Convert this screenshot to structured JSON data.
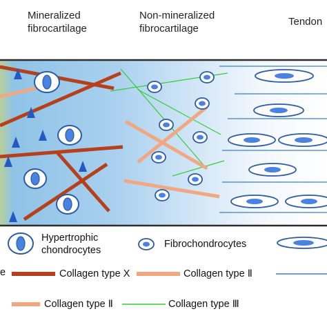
{
  "regions": {
    "mineralized": [
      "Mineralized",
      "fibrocartilage"
    ],
    "non_mineralized": [
      "Non-mineralized",
      "fibrocartilage"
    ],
    "tendon": "Tendon"
  },
  "legend": {
    "hypertrophic": [
      "Hypertrophic",
      "chondrocytes"
    ],
    "fibrochondrocytes": "Fibrochondrocytes",
    "collagen_x": "Collagen type X",
    "collagen_ii_row3": "Collagen type Ⅱ",
    "collagen_ii_row4": "Collagen type Ⅱ",
    "collagen_iii": "Collagen type Ⅲ",
    "row3_left_fragment": "e"
  },
  "colors": {
    "collagen_x": "#b5401c",
    "collagen_ii": "#f0a883",
    "collagen_iii": "#33cc33",
    "tendon_fiber": "#3a7fd0",
    "cell_fill": "#4a82df",
    "cell_outline": "#2a5aa8",
    "mineral_triangle": "#2259c4"
  }
}
